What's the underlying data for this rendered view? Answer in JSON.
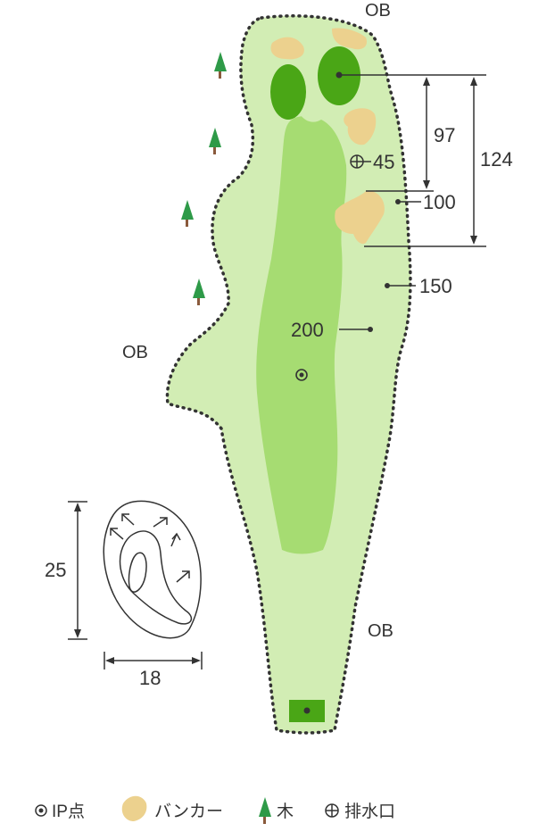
{
  "ob_labels": {
    "top": "OB",
    "left": "OB",
    "bottom": "OB"
  },
  "distance_markers": {
    "m45": "45",
    "m97": "97",
    "m100": "100",
    "m124": "124",
    "m150": "150",
    "m200": "200"
  },
  "green_diagram": {
    "depth": "25",
    "width": "18"
  },
  "legend": {
    "ip": "IP点",
    "bunker": "バンカー",
    "tree": "木",
    "drain": "排水口"
  },
  "colors": {
    "rough": "#d2edb4",
    "fairway": "#a6dc72",
    "green": "#4aa616",
    "bunker": "#ecd18e",
    "tree": "#2e9a48",
    "trunk": "#8a5a3c",
    "ob_line": "#333333"
  }
}
